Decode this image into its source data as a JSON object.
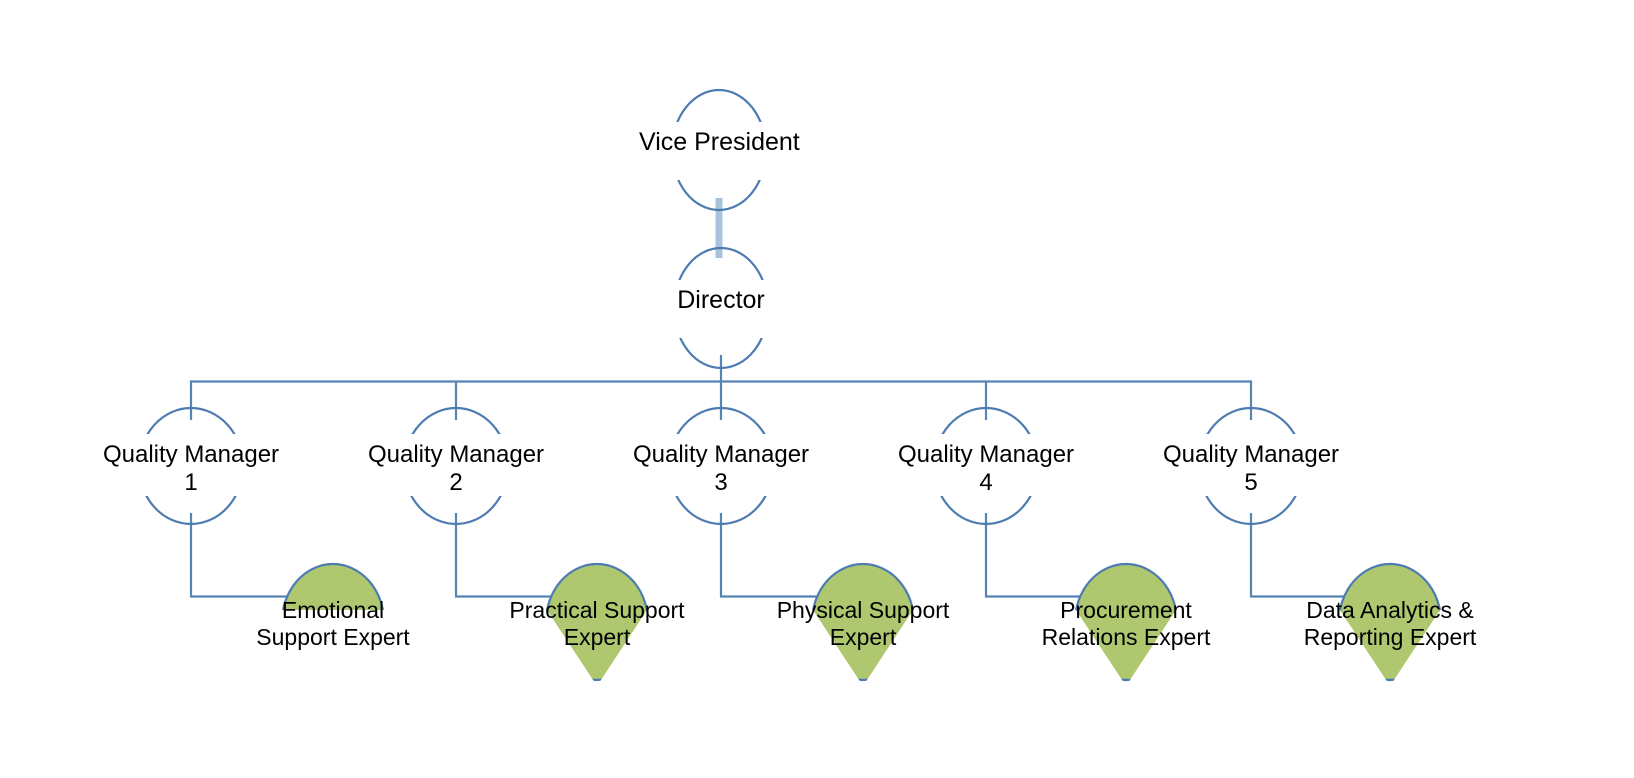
{
  "chart_data": {
    "type": "diagram",
    "diagram_type": "organizational-chart",
    "title": "",
    "orientation": "top-down",
    "levels": 4,
    "nodes": [
      {
        "id": "vp",
        "label": "Vice President",
        "level": 0,
        "style": "outline",
        "shape": "ellipse"
      },
      {
        "id": "dir",
        "label": "Director",
        "level": 1,
        "style": "outline",
        "shape": "ellipse"
      },
      {
        "id": "qm1",
        "label": "Quality Manager\n1",
        "level": 2,
        "style": "outline",
        "shape": "ellipse"
      },
      {
        "id": "qm2",
        "label": "Quality Manager\n2",
        "level": 2,
        "style": "outline",
        "shape": "ellipse"
      },
      {
        "id": "qm3",
        "label": "Quality Manager\n3",
        "level": 2,
        "style": "outline",
        "shape": "ellipse"
      },
      {
        "id": "qm4",
        "label": "Quality Manager\n4",
        "level": 2,
        "style": "outline",
        "shape": "ellipse"
      },
      {
        "id": "qm5",
        "label": "Quality Manager\n5",
        "level": 2,
        "style": "outline",
        "shape": "ellipse"
      },
      {
        "id": "ex1",
        "label": "Emotional\nSupport Expert",
        "level": 3,
        "style": "green-fill",
        "shape": "ellipse"
      },
      {
        "id": "ex2",
        "label": "Practical Support\nExpert",
        "level": 3,
        "style": "green-fill",
        "shape": "ellipse"
      },
      {
        "id": "ex3",
        "label": "Physical Support\nExpert",
        "level": 3,
        "style": "green-fill",
        "shape": "ellipse"
      },
      {
        "id": "ex4",
        "label": "Procurement\nRelations Expert",
        "level": 3,
        "style": "green-fill",
        "shape": "ellipse"
      },
      {
        "id": "ex5",
        "label": "Data Analytics &\nReporting Expert",
        "level": 3,
        "style": "green-fill",
        "shape": "ellipse"
      }
    ],
    "edges": [
      {
        "from": "vp",
        "to": "dir",
        "style": "thick-vertical"
      },
      {
        "from": "dir",
        "to": "qm1",
        "style": "orthogonal-bus"
      },
      {
        "from": "dir",
        "to": "qm2",
        "style": "orthogonal-bus"
      },
      {
        "from": "dir",
        "to": "qm3",
        "style": "orthogonal-bus"
      },
      {
        "from": "dir",
        "to": "qm4",
        "style": "orthogonal-bus"
      },
      {
        "from": "dir",
        "to": "qm5",
        "style": "orthogonal-bus"
      },
      {
        "from": "qm1",
        "to": "ex1",
        "style": "elbow"
      },
      {
        "from": "qm2",
        "to": "ex2",
        "style": "elbow"
      },
      {
        "from": "qm3",
        "to": "ex3",
        "style": "elbow"
      },
      {
        "from": "qm4",
        "to": "ex4",
        "style": "elbow"
      },
      {
        "from": "qm5",
        "to": "ex5",
        "style": "elbow"
      }
    ]
  },
  "chart": {
    "vice_president": {
      "label": "Vice President"
    },
    "director": {
      "label": "Director"
    },
    "managers": [
      {
        "line1": "Quality Manager",
        "line2": "1",
        "label": "Quality Manager 1"
      },
      {
        "line1": "Quality Manager",
        "line2": "2",
        "label": "Quality Manager 2"
      },
      {
        "line1": "Quality Manager",
        "line2": "3",
        "label": "Quality Manager 3"
      },
      {
        "line1": "Quality Manager",
        "line2": "4",
        "label": "Quality Manager 4"
      },
      {
        "line1": "Quality Manager",
        "line2": "5",
        "label": "Quality Manager 5"
      }
    ],
    "experts": [
      {
        "line1": "Emotional",
        "line2": "Support Expert",
        "label": "Emotional Support Expert"
      },
      {
        "line1": "Practical Support",
        "line2": "Expert",
        "label": "Practical Support Expert"
      },
      {
        "line1": "Physical Support",
        "line2": "Expert",
        "label": "Physical Support Expert"
      },
      {
        "line1": "Procurement",
        "line2": "Relations Expert",
        "label": "Procurement Relations Expert"
      },
      {
        "line1": "Data Analytics &",
        "line2": "Reporting Expert",
        "label": "Data Analytics & Reporting Expert"
      }
    ]
  },
  "colors": {
    "node_outline": "#4E7CB0",
    "connector": "#5585B5",
    "thick_connector": "#A8C3DE",
    "leaf_fill": "#AFC870",
    "text": "#000000",
    "background": "#FFFFFF"
  }
}
